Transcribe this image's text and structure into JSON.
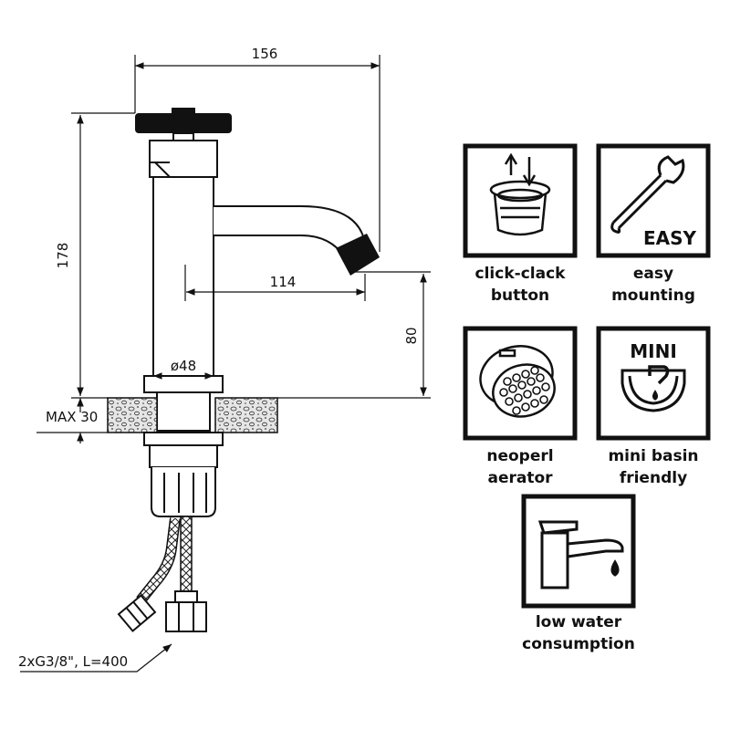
{
  "dimensions": {
    "width": "156",
    "height": "178",
    "reach": "114",
    "spout_height": "80",
    "diameter": "ø48",
    "max_thickness": "MAX 30",
    "hoses": "2xG3/8\", L=400"
  },
  "features": [
    {
      "id": "click-clack",
      "line1": "click-clack",
      "line2": "button",
      "icon": "click-clack-drain-icon"
    },
    {
      "id": "easy-mounting",
      "line1": "easy",
      "line2": "mounting",
      "icon": "wrench-icon",
      "badge": "EASY"
    },
    {
      "id": "neoperl",
      "line1": "neoperl",
      "line2": "aerator",
      "icon": "aerator-icon"
    },
    {
      "id": "mini-basin",
      "line1": "mini basin",
      "line2": "friendly",
      "icon": "mini-basin-icon",
      "badge": "MINI"
    },
    {
      "id": "low-water",
      "line1": "low water",
      "line2": "consumption",
      "icon": "faucet-drop-icon"
    }
  ],
  "colors": {
    "ink": "#111111",
    "stone": "#d9d9d9"
  }
}
